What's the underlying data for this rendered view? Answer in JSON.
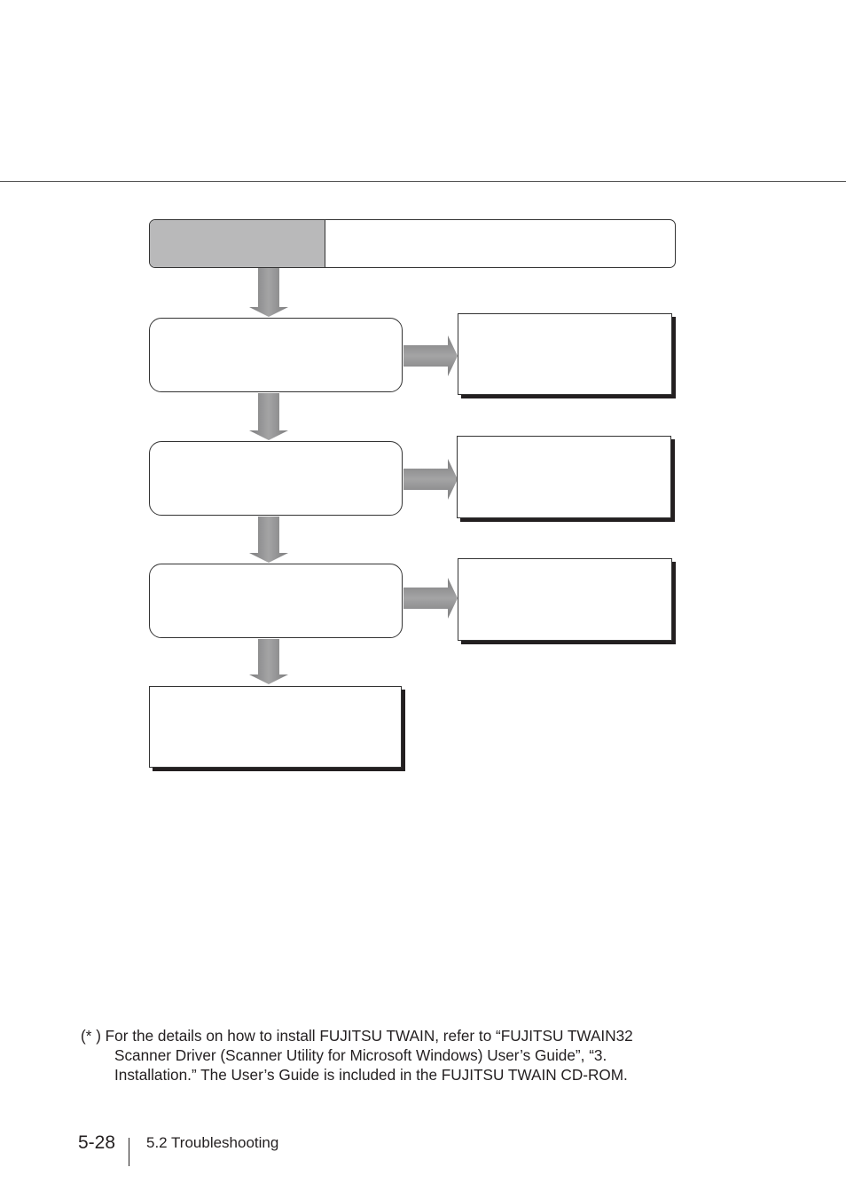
{
  "footnote": {
    "line1": "(* ) For the details on how to install FUJITSU TWAIN, refer to “FUJITSU TWAIN32",
    "line2": "Scanner Driver (Scanner Utility for Microsoft Windows) User’s Guide”, “3.",
    "line3": "Installation.”  The User’s Guide is included in the FUJITSU TWAIN CD-ROM."
  },
  "footer": {
    "page_number": "5-28",
    "section": "5.2 Troubleshooting"
  },
  "colors": {
    "header_fill": "#b9b9ba",
    "arrow_fill": "#8c8c8c",
    "ink": "#231f20"
  }
}
